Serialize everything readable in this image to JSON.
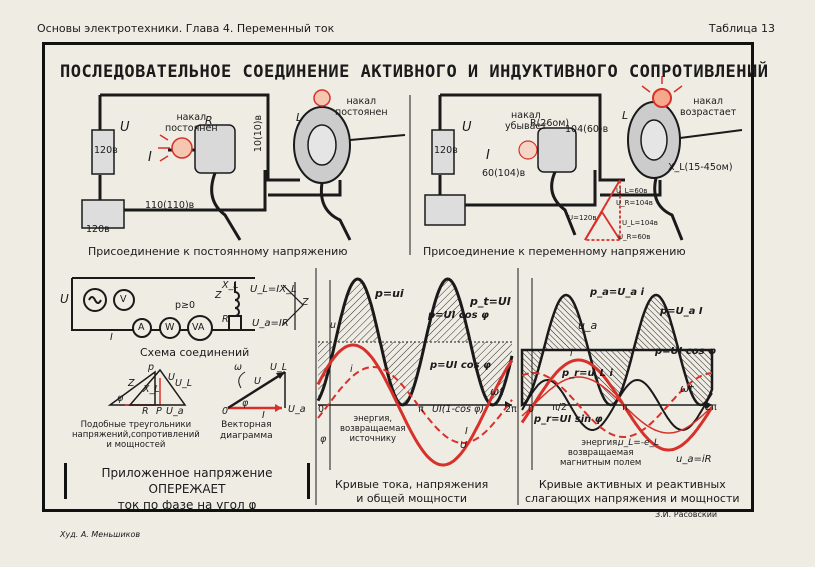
{
  "header": {
    "left": "Основы электротехники. Глава 4. Переменный ток",
    "right": "Таблица 13"
  },
  "title": "ПОСЛЕДОВАТЕЛЬНОЕ СОЕДИНЕНИЕ АКТИВНОГО И ИНДУКТИВНОГО СОПРОТИВЛЕНИЙ",
  "top_left": {
    "caption": "Присоединение к постоянному напряжению",
    "lamp_r": "накал\nпостоянен",
    "lamp_l": "накал\nпостоянен",
    "v_src": "120в",
    "v_r": "10(10)в",
    "v_l": "110(110)в",
    "v_bot": "120в",
    "U": "U",
    "I": "I",
    "R": "R",
    "L": "L"
  },
  "top_right": {
    "caption": "Присоединение к переменному напряжению",
    "lamp_r": "накал\nубывает",
    "lamp_l": "накал\nвозрастает",
    "r_val": "R(26ом)",
    "x_val": "X_L(15-45ом)",
    "v_src": "120в",
    "v_r": "104(60)в",
    "v_l": "60(104)в",
    "U": "U",
    "I": "I",
    "L": "L",
    "triangle": [
      "U_L=60в",
      "U_R=104в",
      "U=120в",
      "U_L=104в",
      "U_R=60в"
    ]
  },
  "scheme": {
    "caption": "Схема соединений",
    "labels": [
      "U",
      "V",
      "A",
      "W",
      "VA",
      "I",
      "p≥0",
      "Z",
      "X_L",
      "R",
      "U_L=IX_L",
      "U_a=IR",
      "Z"
    ]
  },
  "triangles": {
    "caption": "Подобные треугольники\nнапряжений,сопротивлений\nи мощностей",
    "labels": [
      "Z",
      "X_L",
      "R",
      "U",
      "U_L",
      "p",
      "P",
      "U_a",
      "φ"
    ]
  },
  "vector": {
    "caption": "Векторная\nдиаграмма",
    "labels": [
      "ω",
      "U_L",
      "U",
      "I",
      "U_a",
      "0",
      "φ"
    ]
  },
  "box": {
    "line1": "Приложенное напряжение ОПЕРЕЖАЕТ",
    "line2": "ток по фазе на угол φ"
  },
  "mid_plot": {
    "caption": "Кривые тока, напряжения\nи общей мощности",
    "labels": [
      "p=ui",
      "p_t=UI",
      "p=UI cos φ",
      "p=UI cos φ",
      "u",
      "i",
      "ωt",
      "0",
      "φ",
      "π",
      "UI(1-cos φ)",
      "2π",
      "энергия,\nвозвращаемая\nисточнику",
      "U",
      "I"
    ]
  },
  "right_plot": {
    "caption": "Кривые активных и реактивных\nслагающих напряжения и мощности",
    "labels": [
      "p_a=U_a i",
      "p=U_a I",
      "u_a",
      "p=UI cos φ",
      "i",
      "p_r=u_L i",
      "ωt",
      "0",
      "π/2",
      "π",
      "2π",
      "p_r=UI sin φ",
      "u_L=-e_L",
      "u_a=iR",
      "энергия,\nвозвращаемая\nмагнитным полем"
    ]
  },
  "credits": {
    "artist": "Худ. А. Меньшиков",
    "author": "З.И. Расовский"
  },
  "colors": {
    "ink": "#1a1a1a",
    "red": "#d8302a",
    "paper": "#efece4"
  }
}
